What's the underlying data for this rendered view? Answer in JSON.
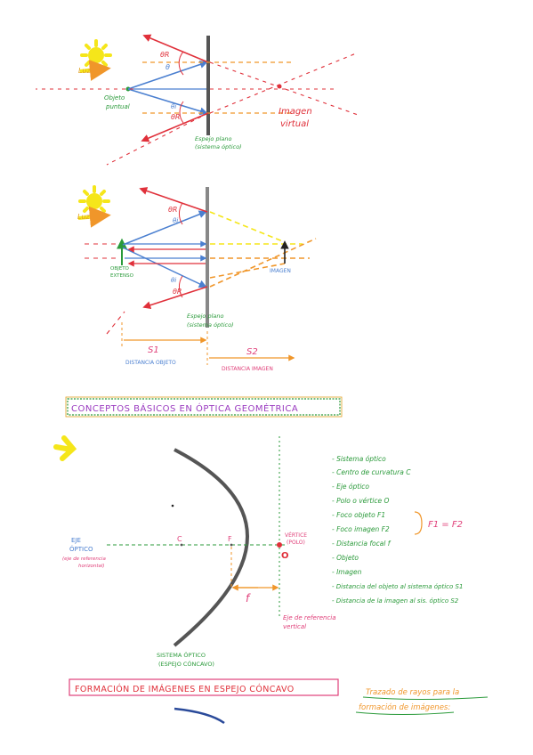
{
  "diagram1": {
    "sun_label": "Luz",
    "theta_r": "θR",
    "theta": "θ",
    "theta_i": "θi",
    "theta_r2": "θR",
    "object_label_1": "Objeto",
    "object_label_2": "puntual",
    "mirror_label_1": "Espejo plano",
    "mirror_label_2": "(sistema óptico)",
    "image_label_1": "Imagen",
    "image_label_2": "virtual"
  },
  "diagram2": {
    "sun_label": "Luz",
    "theta_r": "θR",
    "theta_i": "θi",
    "theta_i2": "θi",
    "theta_r2": "θR",
    "object_label_1": "OBJETO",
    "object_label_2": "EXTENSO",
    "image_label": "IMAGEN",
    "mirror_label_1": "Espejo plano",
    "mirror_label_2": "(sistema óptico)",
    "s1": "S1",
    "s1_caption": "DISTANCIA OBJETO",
    "s2": "S2",
    "s2_caption": "DISTANCIA IMAGEN"
  },
  "section1_title": "CONCEPTOS BÁSICOS EN ÓPTICA GEOMÉTRICA",
  "diagram3": {
    "c_label": "C",
    "f_label": "F",
    "f_len": "f",
    "o_label": "O",
    "vertex_label_1": "VÉRTICE",
    "vertex_label_2": "(POLO)",
    "axis_label_1": "EJE",
    "axis_label_2": "ÓPTICO",
    "axis_label_3": "(eje de referencia",
    "axis_label_4": "horizontal)",
    "vertical_axis_1": "Eje de referencia",
    "vertical_axis_2": "vertical",
    "system_label_1": "SISTEMA ÓPTICO",
    "system_label_2": "(ESPEJO CÓNCAVO)"
  },
  "concepts": [
    "- Sistema óptico",
    "- Centro de curvatura C",
    "- Eje óptico",
    "- Polo o vértice O",
    "- Foco objeto F1",
    "- Foco imagen F2",
    "- Distancia focal f",
    "- Objeto",
    "- Imagen",
    "- Distancia del objeto al sistema óptico S1",
    "- Distancia de la imagen al sis. óptico S2"
  ],
  "focus_equation": "F1 = F2",
  "section2_title": "FORMACIÓN DE IMÁGENES EN ESPEJO CÓNCAVO",
  "trazado_1": "Trazado de rayos para la",
  "trazado_2": "formación de imágenes:",
  "colors": {
    "red": "#e0303a",
    "blue": "#4a7fd0",
    "orange": "#f0962a",
    "yellow": "#f5e61a",
    "green": "#2a9a3a",
    "pink": "#e0407a",
    "mirror": "#555555"
  }
}
